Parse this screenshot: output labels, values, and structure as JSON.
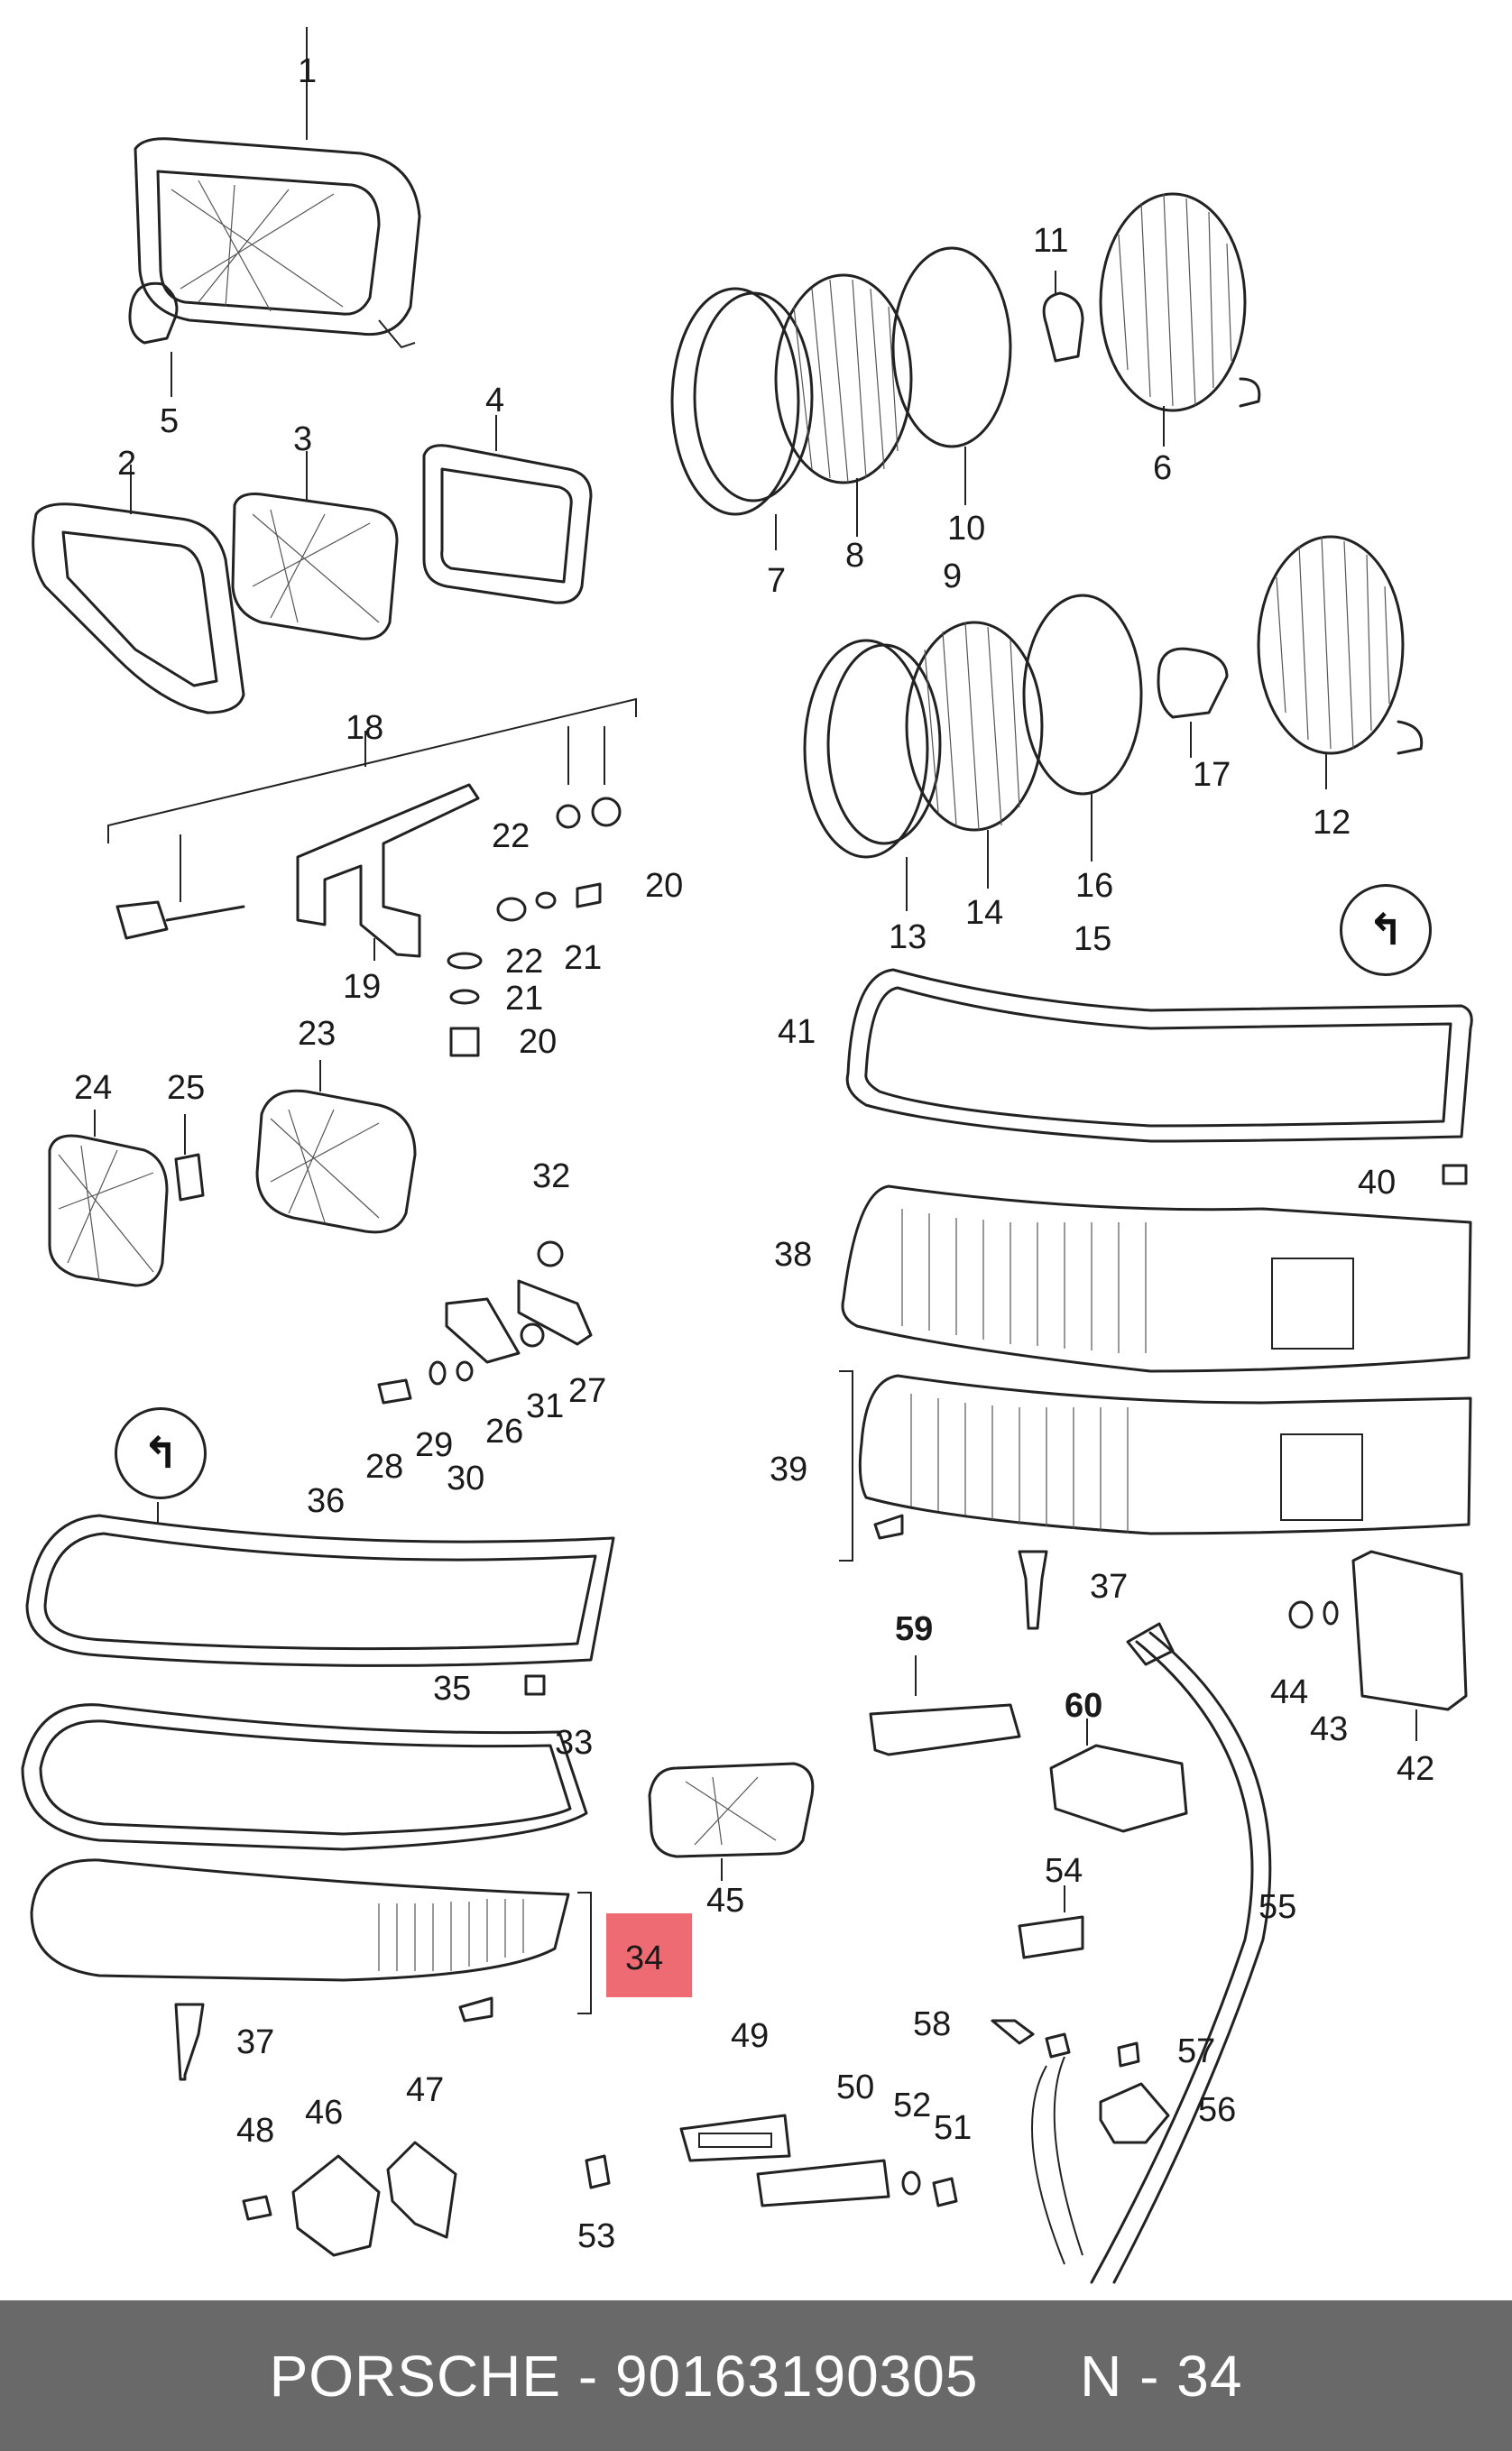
{
  "diagram": {
    "callouts": [
      {
        "id": "1",
        "text": "1"
      },
      {
        "id": "2",
        "text": "2"
      },
      {
        "id": "3",
        "text": "3"
      },
      {
        "id": "4",
        "text": "4"
      },
      {
        "id": "5",
        "text": "5"
      },
      {
        "id": "6",
        "text": "6"
      },
      {
        "id": "7",
        "text": "7"
      },
      {
        "id": "8",
        "text": "8"
      },
      {
        "id": "9",
        "text": "9"
      },
      {
        "id": "10",
        "text": "10"
      },
      {
        "id": "11",
        "text": "11"
      },
      {
        "id": "12",
        "text": "12"
      },
      {
        "id": "13",
        "text": "13"
      },
      {
        "id": "14",
        "text": "14"
      },
      {
        "id": "15",
        "text": "15"
      },
      {
        "id": "16",
        "text": "16"
      },
      {
        "id": "17",
        "text": "17"
      },
      {
        "id": "18",
        "text": "18"
      },
      {
        "id": "19",
        "text": "19"
      },
      {
        "id": "20a",
        "text": "20"
      },
      {
        "id": "20b",
        "text": "20"
      },
      {
        "id": "21a",
        "text": "21"
      },
      {
        "id": "21b",
        "text": "21"
      },
      {
        "id": "22a",
        "text": "22"
      },
      {
        "id": "22b",
        "text": "22"
      },
      {
        "id": "23",
        "text": "23"
      },
      {
        "id": "24",
        "text": "24"
      },
      {
        "id": "25",
        "text": "25"
      },
      {
        "id": "26",
        "text": "26"
      },
      {
        "id": "27",
        "text": "27"
      },
      {
        "id": "28",
        "text": "28"
      },
      {
        "id": "29",
        "text": "29"
      },
      {
        "id": "30",
        "text": "30"
      },
      {
        "id": "31",
        "text": "31"
      },
      {
        "id": "32",
        "text": "32"
      },
      {
        "id": "33",
        "text": "33"
      },
      {
        "id": "34",
        "text": "34"
      },
      {
        "id": "35",
        "text": "35"
      },
      {
        "id": "36",
        "text": "36"
      },
      {
        "id": "37a",
        "text": "37"
      },
      {
        "id": "37b",
        "text": "37"
      },
      {
        "id": "38",
        "text": "38"
      },
      {
        "id": "39",
        "text": "39"
      },
      {
        "id": "40",
        "text": "40"
      },
      {
        "id": "41",
        "text": "41"
      },
      {
        "id": "42",
        "text": "42"
      },
      {
        "id": "43",
        "text": "43"
      },
      {
        "id": "44",
        "text": "44"
      },
      {
        "id": "45",
        "text": "45"
      },
      {
        "id": "46",
        "text": "46"
      },
      {
        "id": "47",
        "text": "47"
      },
      {
        "id": "48",
        "text": "48"
      },
      {
        "id": "49",
        "text": "49"
      },
      {
        "id": "50",
        "text": "50"
      },
      {
        "id": "51",
        "text": "51"
      },
      {
        "id": "52",
        "text": "52"
      },
      {
        "id": "53",
        "text": "53"
      },
      {
        "id": "54",
        "text": "54"
      },
      {
        "id": "55",
        "text": "55"
      },
      {
        "id": "56",
        "text": "56"
      },
      {
        "id": "57",
        "text": "57"
      },
      {
        "id": "58",
        "text": "58"
      },
      {
        "id": "59",
        "text": "59"
      },
      {
        "id": "60",
        "text": "60"
      }
    ],
    "highlighted_part": "34",
    "highlight_color": "#ee6b73"
  },
  "footer": {
    "text": "PORSCHE - 90163190305      N - 34",
    "background": "#696969"
  }
}
